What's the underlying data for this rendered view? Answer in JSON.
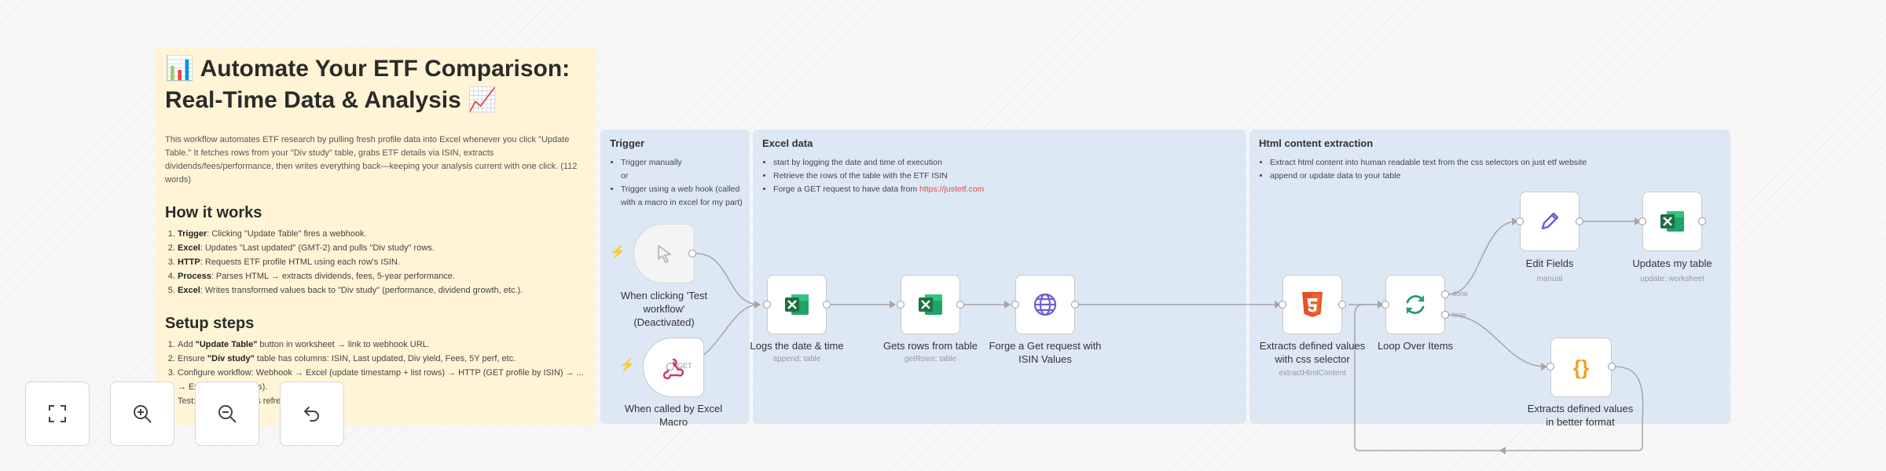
{
  "note": {
    "title_line1": "📊 Automate Your ETF Comparison:",
    "title_line2": "Real-Time Data & Analysis 📈",
    "intro": "This workflow automates ETF research by pulling fresh profile data into Excel whenever you click \"Update Table.\" It fetches rows from your \"Div study\" table, grabs ETF details via ISIN, extracts dividends/fees/performance, then writes everything back—keeping your analysis current with one click. (112 words)",
    "how_title": "How it works",
    "how_steps": [
      {
        "label": "Trigger",
        "text": ": Clicking \"Update Table\" fires a webhook."
      },
      {
        "label": "Excel",
        "text": ": Updates \"Last updated\" (GMT-2) and pulls \"Div study\" rows."
      },
      {
        "label": "HTTP",
        "text": ": Requests ETF profile HTML using each row's ISIN."
      },
      {
        "label": "Process",
        "text": ": Parses HTML → extracts dividends, fees, 5-year performance."
      },
      {
        "label": "Excel",
        "text": ": Writes transformed values back to \"Div study\" (performance, dividend growth, etc.)."
      }
    ],
    "setup_title": "Setup steps",
    "setup_steps": [
      {
        "pre": "Add ",
        "label": "\"Update Table\"",
        "text": " button in worksheet → link to webhook URL."
      },
      {
        "pre": "Ensure ",
        "label": "\"Div study\"",
        "text": " table has columns: ISIN, Last updated, Div yield, Fees, 5Y perf, etc."
      },
      {
        "pre": "",
        "label": "",
        "text": "Configure workflow: Webhook → Excel (update timestamp + list rows) → HTTP (GET profile by ISIN) → ... → Excel (update rows)."
      },
      {
        "pre": "",
        "label": "",
        "text": "Test: ... verify ... fields refresh."
      }
    ]
  },
  "groups": {
    "trigger": {
      "title": "Trigger",
      "bullets": [
        "Trigger manually",
        "or",
        "Trigger using a web hook (called with a macro in excel for my part)"
      ]
    },
    "excel": {
      "title": "Excel data",
      "bullets": [
        "start by logging the date and time of execution",
        "Retrieve the rows of the table with the ETF ISIN"
      ],
      "bullet3_pre": "Forge a GET request to have data from ",
      "bullet3_link": "https://justetf.com"
    },
    "html": {
      "title": "Html content extraction",
      "bullets": [
        "Extract html content into human readable text from the css selectors on just etf website",
        "append or update data to your table"
      ]
    }
  },
  "nodes": {
    "manual": {
      "label_l1": "When clicking 'Test",
      "label_l2": "workflow'",
      "label_l3": "(Deactivated)",
      "icon": "cursor-icon"
    },
    "webhook": {
      "label_l1": "When called by Excel",
      "label_l2": "Macro",
      "port": "GET",
      "icon": "webhook-icon"
    },
    "logs": {
      "label": "Logs the date & time",
      "sub": "append: table",
      "icon": "excel-icon"
    },
    "getrows": {
      "label": "Gets rows from table",
      "sub": "getRows: table",
      "icon": "excel-icon"
    },
    "forge": {
      "label_l1": "Forge a Get request with",
      "label_l2": "ISIN Values",
      "icon": "globe-icon"
    },
    "extract": {
      "label_l1": "Extracts defined values",
      "label_l2": "with css selector",
      "sub": "extractHtmlContent",
      "icon": "html5-icon"
    },
    "loop": {
      "label": "Loop Over Items",
      "port_done": "done",
      "port_loop": "loop",
      "icon": "loop-icon"
    },
    "edit": {
      "label": "Edit Fields",
      "sub": "manual",
      "icon": "pencil-icon"
    },
    "updates": {
      "label": "Updates my table",
      "sub": "update: worksheet",
      "icon": "excel-icon"
    },
    "better": {
      "label_l1": "Extracts defined values",
      "label_l2": "in better format",
      "icon": "code-braces-icon"
    }
  },
  "controls": [
    {
      "name": "fit-view-button",
      "icon": "fullscreen-icon"
    },
    {
      "name": "zoom-in-button",
      "icon": "zoom-in-icon"
    },
    {
      "name": "zoom-out-button",
      "icon": "zoom-out-icon"
    },
    {
      "name": "undo-button",
      "icon": "undo-icon"
    }
  ],
  "colors": {
    "note_bg": "#fff5d6",
    "group_bg": "#dde8f5",
    "excel_green": "#1d7044",
    "html_orange": "#e4512a",
    "accent_purple": "#6b5fd3",
    "link_red": "#e04a4a",
    "trigger_bolt": "#ff5a4d"
  }
}
